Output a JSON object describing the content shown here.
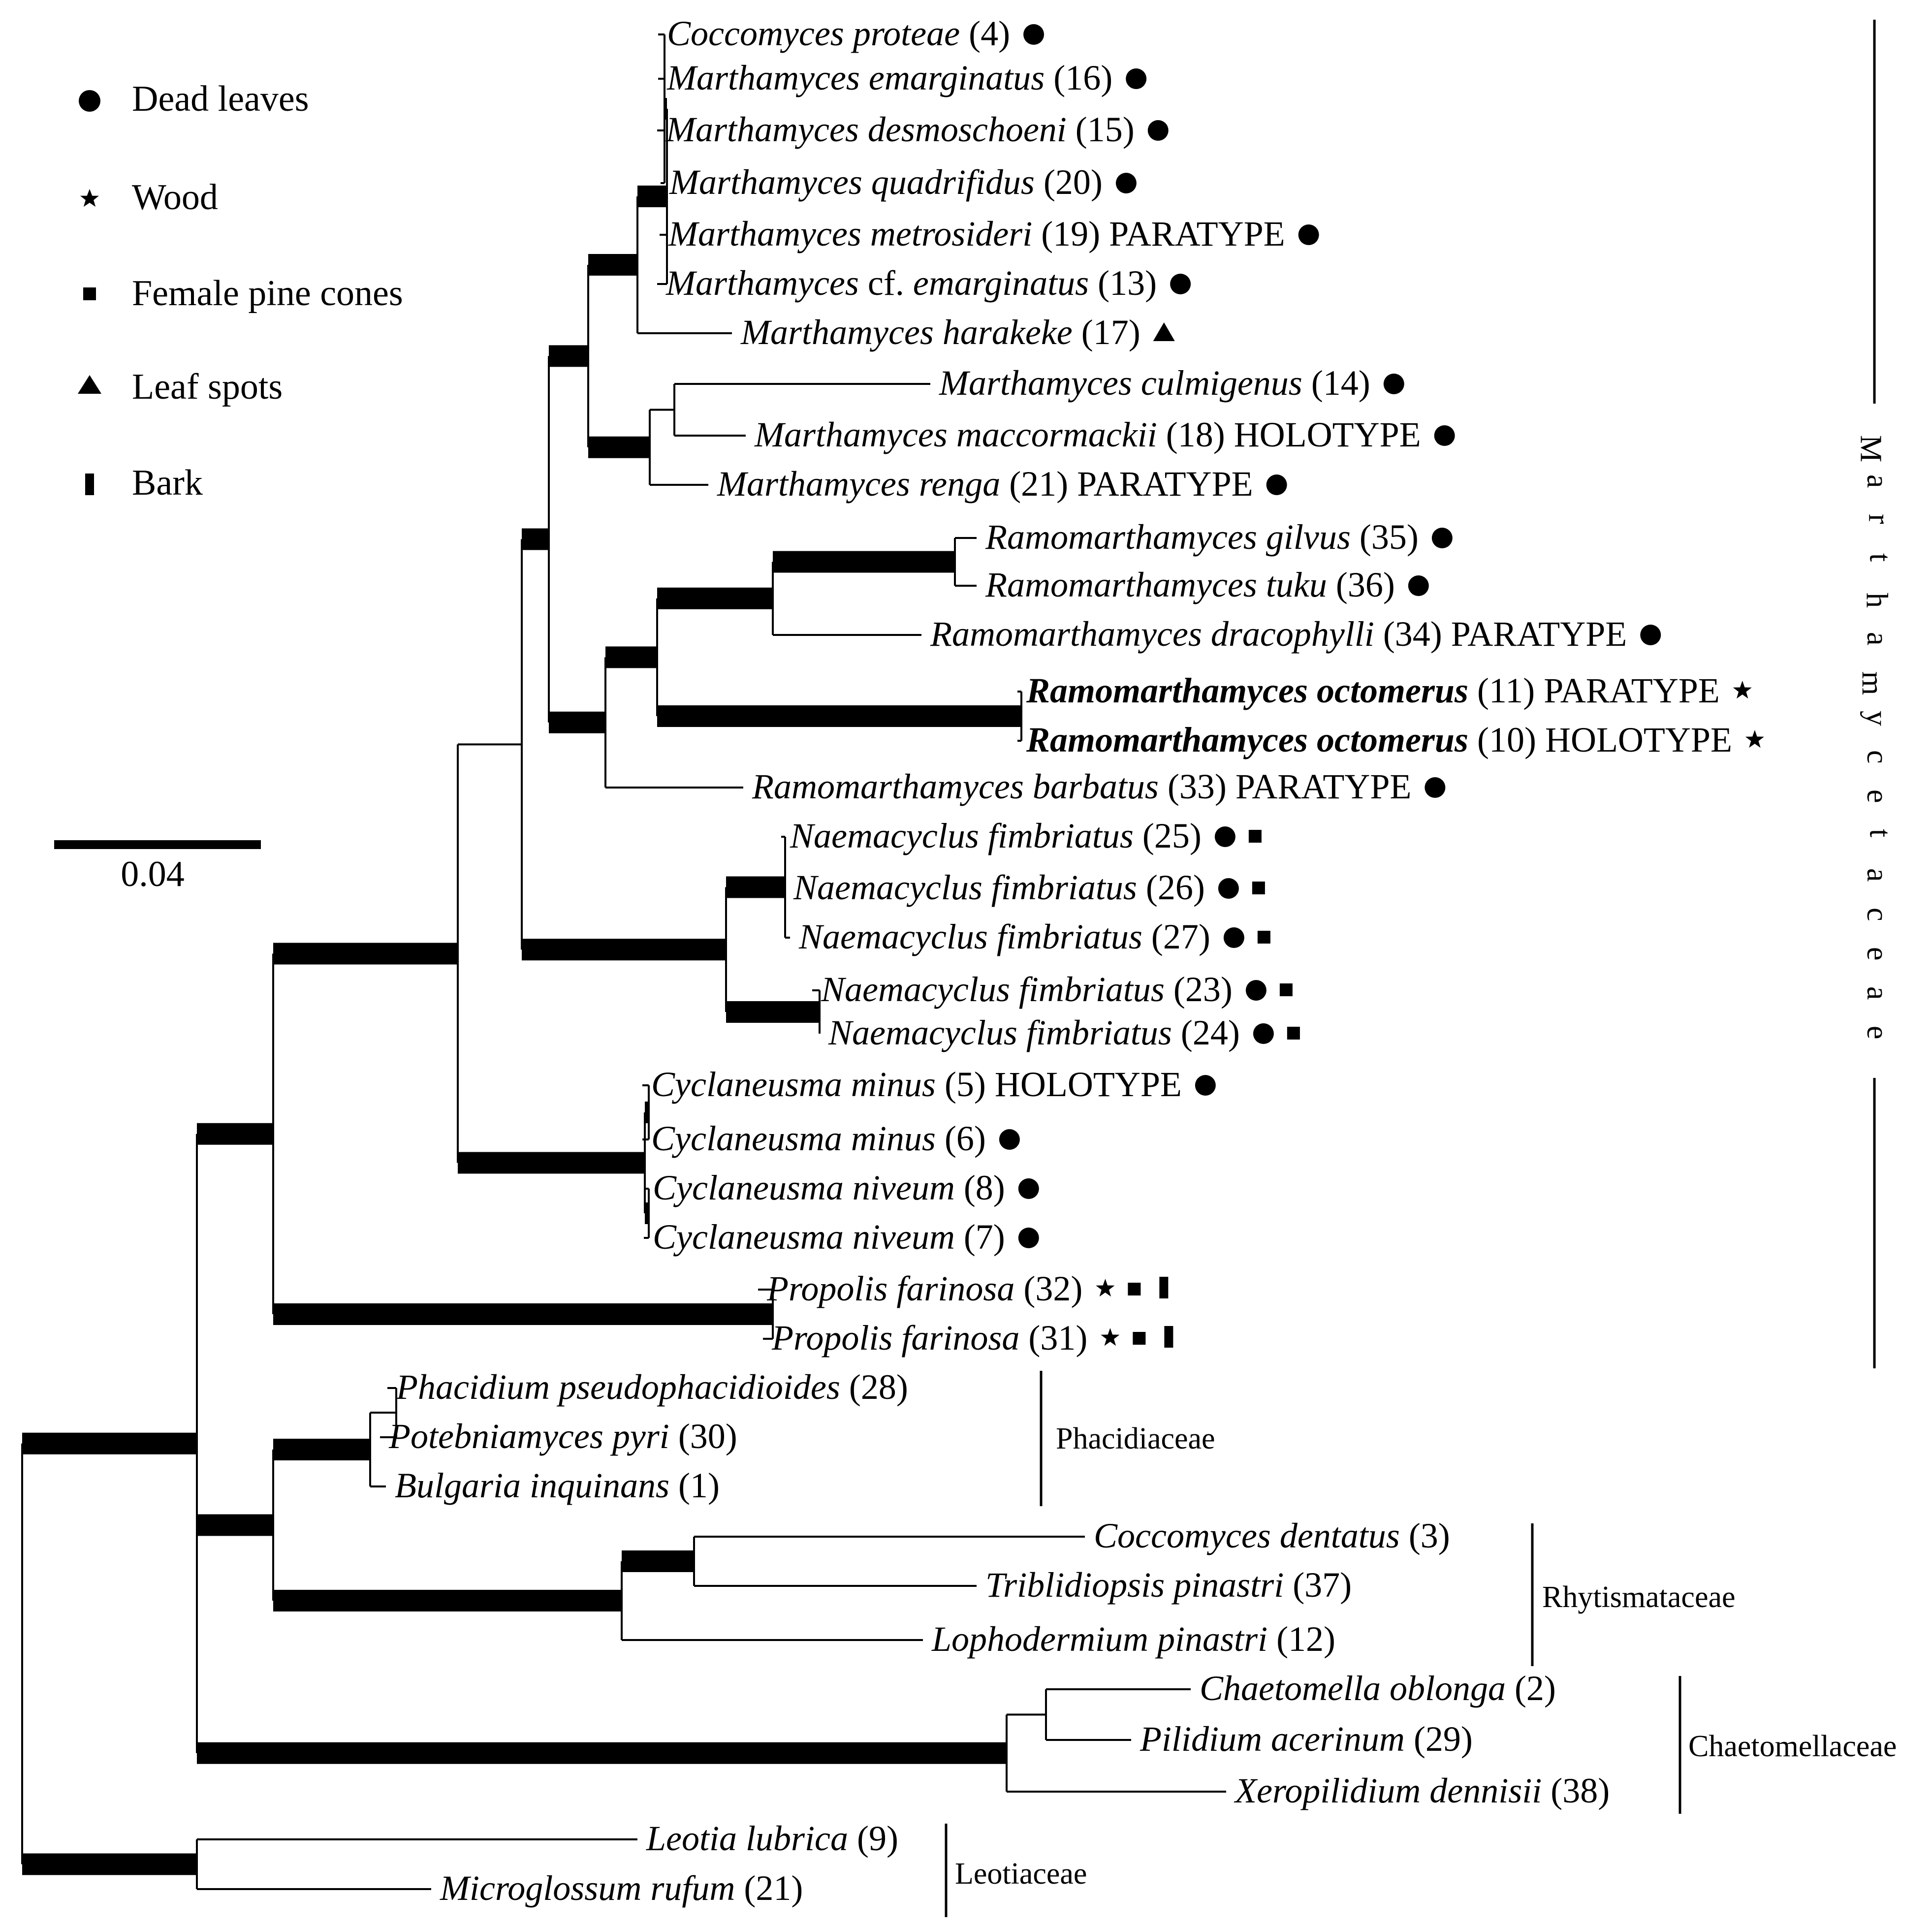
{
  "legend": {
    "items": [
      {
        "symbol": "circle",
        "label": "Dead leaves"
      },
      {
        "symbol": "star",
        "label": "Wood"
      },
      {
        "symbol": "square",
        "label": "Female pine cones"
      },
      {
        "symbol": "triangle",
        "label": "Leaf spots"
      },
      {
        "symbol": "bar",
        "label": "Bark"
      }
    ]
  },
  "scale_bar": {
    "label": "0.04"
  },
  "taxa": [
    {
      "name": "Coccomyces proteae",
      "num": "(4)",
      "note": "",
      "bold": false,
      "symbols": [
        "circle"
      ]
    },
    {
      "name": "Marthamyces emarginatus",
      "num": "(16)",
      "note": "",
      "bold": false,
      "symbols": [
        "circle"
      ]
    },
    {
      "name": "Marthamyces desmoschoeni",
      "num": "(15)",
      "note": "",
      "bold": false,
      "symbols": [
        "circle"
      ]
    },
    {
      "name": "Marthamyces quadrifidus",
      "num": "(20)",
      "note": "",
      "bold": false,
      "symbols": [
        "circle"
      ]
    },
    {
      "name": "Marthamyces metrosideri",
      "num": "(19)",
      "note": "PARATYPE",
      "bold": false,
      "symbols": [
        "circle"
      ]
    },
    {
      "name": "Marthamyces",
      "cf": "cf.",
      "name2": "emarginatus",
      "num": "(13)",
      "note": "",
      "bold": false,
      "symbols": [
        "circle"
      ]
    },
    {
      "name": "Marthamyces harakeke",
      "num": "(17)",
      "note": "",
      "bold": false,
      "symbols": [
        "triangle"
      ]
    },
    {
      "name": "Marthamyces culmigenus",
      "num": "(14)",
      "note": "",
      "bold": false,
      "symbols": [
        "circle"
      ]
    },
    {
      "name": "Marthamyces maccormackii",
      "num": "(18)",
      "note": "HOLOTYPE",
      "bold": false,
      "symbols": [
        "circle"
      ]
    },
    {
      "name": "Marthamyces renga",
      "num": "(21)",
      "note": "PARATYPE",
      "bold": false,
      "symbols": [
        "circle"
      ]
    },
    {
      "name": "Ramomarthamyces gilvus",
      "num": "(35)",
      "note": "",
      "bold": false,
      "symbols": [
        "circle"
      ]
    },
    {
      "name": "Ramomarthamyces tuku",
      "num": "(36)",
      "note": "",
      "bold": false,
      "symbols": [
        "circle"
      ]
    },
    {
      "name": "Ramomarthamyces dracophylli",
      "num": "(34)",
      "note": "PARATYPE",
      "bold": false,
      "symbols": [
        "circle"
      ]
    },
    {
      "name": "Ramomarthamyces octomerus",
      "num": "(11)",
      "note": "PARATYPE",
      "bold": true,
      "symbols": [
        "star"
      ]
    },
    {
      "name": "Ramomarthamyces octomerus",
      "num": "(10)",
      "note": "HOLOTYPE",
      "bold": true,
      "symbols": [
        "star"
      ]
    },
    {
      "name": "Ramomarthamyces barbatus",
      "num": "(33)",
      "note": "PARATYPE",
      "bold": false,
      "symbols": [
        "circle"
      ]
    },
    {
      "name": "Naemacyclus fimbriatus",
      "num": "(25)",
      "note": "",
      "bold": false,
      "symbols": [
        "circle",
        "square"
      ]
    },
    {
      "name": "Naemacyclus fimbriatus",
      "num": "(26)",
      "note": "",
      "bold": false,
      "symbols": [
        "circle",
        "square"
      ]
    },
    {
      "name": "Naemacyclus fimbriatus",
      "num": "(27)",
      "note": "",
      "bold": false,
      "symbols": [
        "circle",
        "square"
      ]
    },
    {
      "name": "Naemacyclus fimbriatus",
      "num": "(23)",
      "note": "",
      "bold": false,
      "symbols": [
        "circle",
        "square"
      ]
    },
    {
      "name": "Naemacyclus fimbriatus",
      "num": "(24)",
      "note": "",
      "bold": false,
      "symbols": [
        "circle",
        "square"
      ]
    },
    {
      "name": "Cyclaneusma minus",
      "num": "(5)",
      "note": "HOLOTYPE",
      "bold": false,
      "symbols": [
        "circle"
      ]
    },
    {
      "name": "Cyclaneusma minus",
      "num": "(6)",
      "note": "",
      "bold": false,
      "symbols": [
        "circle"
      ]
    },
    {
      "name": "Cyclaneusma niveum",
      "num": "(8)",
      "note": "",
      "bold": false,
      "symbols": [
        "circle"
      ]
    },
    {
      "name": "Cyclaneusma niveum",
      "num": "(7)",
      "note": "",
      "bold": false,
      "symbols": [
        "circle"
      ]
    },
    {
      "name": "Propolis farinosa",
      "num": "(32)",
      "note": "",
      "bold": false,
      "symbols": [
        "star",
        "square",
        "bar"
      ]
    },
    {
      "name": "Propolis farinosa",
      "num": "(31)",
      "note": "",
      "bold": false,
      "symbols": [
        "star",
        "square",
        "bar"
      ]
    },
    {
      "name": "Phacidium pseudophacidioides",
      "num": "(28)",
      "note": "",
      "bold": false,
      "symbols": []
    },
    {
      "name": "Potebniamyces pyri",
      "num": "(30)",
      "note": "",
      "bold": false,
      "symbols": []
    },
    {
      "name": "Bulgaria inquinans",
      "num": "(1)",
      "note": "",
      "bold": false,
      "symbols": []
    },
    {
      "name": "Coccomyces dentatus",
      "num": "(3)",
      "note": "",
      "bold": false,
      "symbols": []
    },
    {
      "name": "Triblidiopsis pinastri",
      "num": "(37)",
      "note": "",
      "bold": false,
      "symbols": []
    },
    {
      "name": "Lophodermium pinastri",
      "num": "(12)",
      "note": "",
      "bold": false,
      "symbols": []
    },
    {
      "name": "Chaetomella oblonga",
      "num": "(2)",
      "note": "",
      "bold": false,
      "symbols": []
    },
    {
      "name": "Pilidium acerinum",
      "num": "(29)",
      "note": "",
      "bold": false,
      "symbols": []
    },
    {
      "name": "Xeropilidium dennisii",
      "num": "(38)",
      "note": "",
      "bold": false,
      "symbols": []
    },
    {
      "name": "Leotia lubrica",
      "num": "(9)",
      "note": "",
      "bold": false,
      "symbols": []
    },
    {
      "name": "Microglossum rufum",
      "num": "(21)",
      "note": "",
      "bold": false,
      "symbols": []
    }
  ],
  "families": [
    {
      "label": "Marthamycetaceae",
      "orientation": "vertical"
    },
    {
      "label": "Phacidiaceae",
      "orientation": "horizontal"
    },
    {
      "label": "Rhytismataceae",
      "orientation": "horizontal"
    },
    {
      "label": "Chaetomellaceae",
      "orientation": "horizontal"
    },
    {
      "label": "Leotiaceae",
      "orientation": "horizontal"
    }
  ]
}
